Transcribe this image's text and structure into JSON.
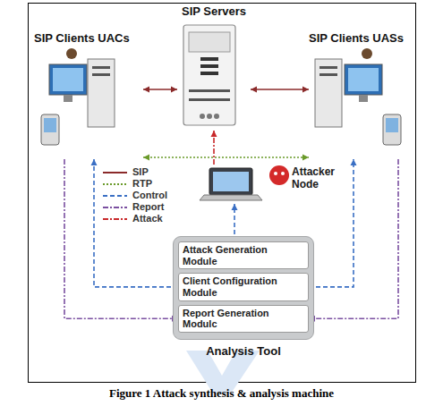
{
  "diagram": {
    "caption": "Figure 1 Attack synthesis & analysis machine",
    "nodes": [
      {
        "text": [
          "SIP Servers"
        ]
      },
      {
        "text": [
          "SIP Clients UACs"
        ]
      },
      {
        "text": [
          "SIP Clients UASs"
        ]
      },
      {
        "text": [
          "Attacker Node"
        ]
      },
      {
        "text": [
          "Analysis Tool"
        ]
      },
      {
        "text": [
          "Attack Generation Module"
        ],
        "in": 4
      },
      {
        "text": [
          "Client Configuration Module"
        ],
        "in": 4
      },
      {
        "text": [
          "Report Generation Modulc"
        ],
        "in": 4
      }
    ],
    "edges": [
      {
        "from": 1,
        "to": 0,
        "arrow": "both"
      },
      {
        "from": 0,
        "to": 2,
        "arrow": "both"
      },
      {
        "from": 1,
        "to": 2,
        "arrow": "both"
      },
      {
        "from": 3,
        "to": 0,
        "arrow": "to"
      },
      {
        "from": 5,
        "to": 3,
        "arrow": "to"
      },
      {
        "from": 6,
        "to": 1,
        "arrow": "to"
      },
      {
        "from": 6,
        "to": 2,
        "arrow": "to"
      },
      {
        "from": 1,
        "to": 7,
        "arrow": "to"
      },
      {
        "from": 2,
        "to": 7,
        "arrow": "to"
      }
    ],
    "legend": [
      {
        "text": "SIP"
      },
      {
        "text": "RTP"
      },
      {
        "text": "Control"
      },
      {
        "text": "Report"
      },
      {
        "text": "Attack"
      }
    ]
  }
}
